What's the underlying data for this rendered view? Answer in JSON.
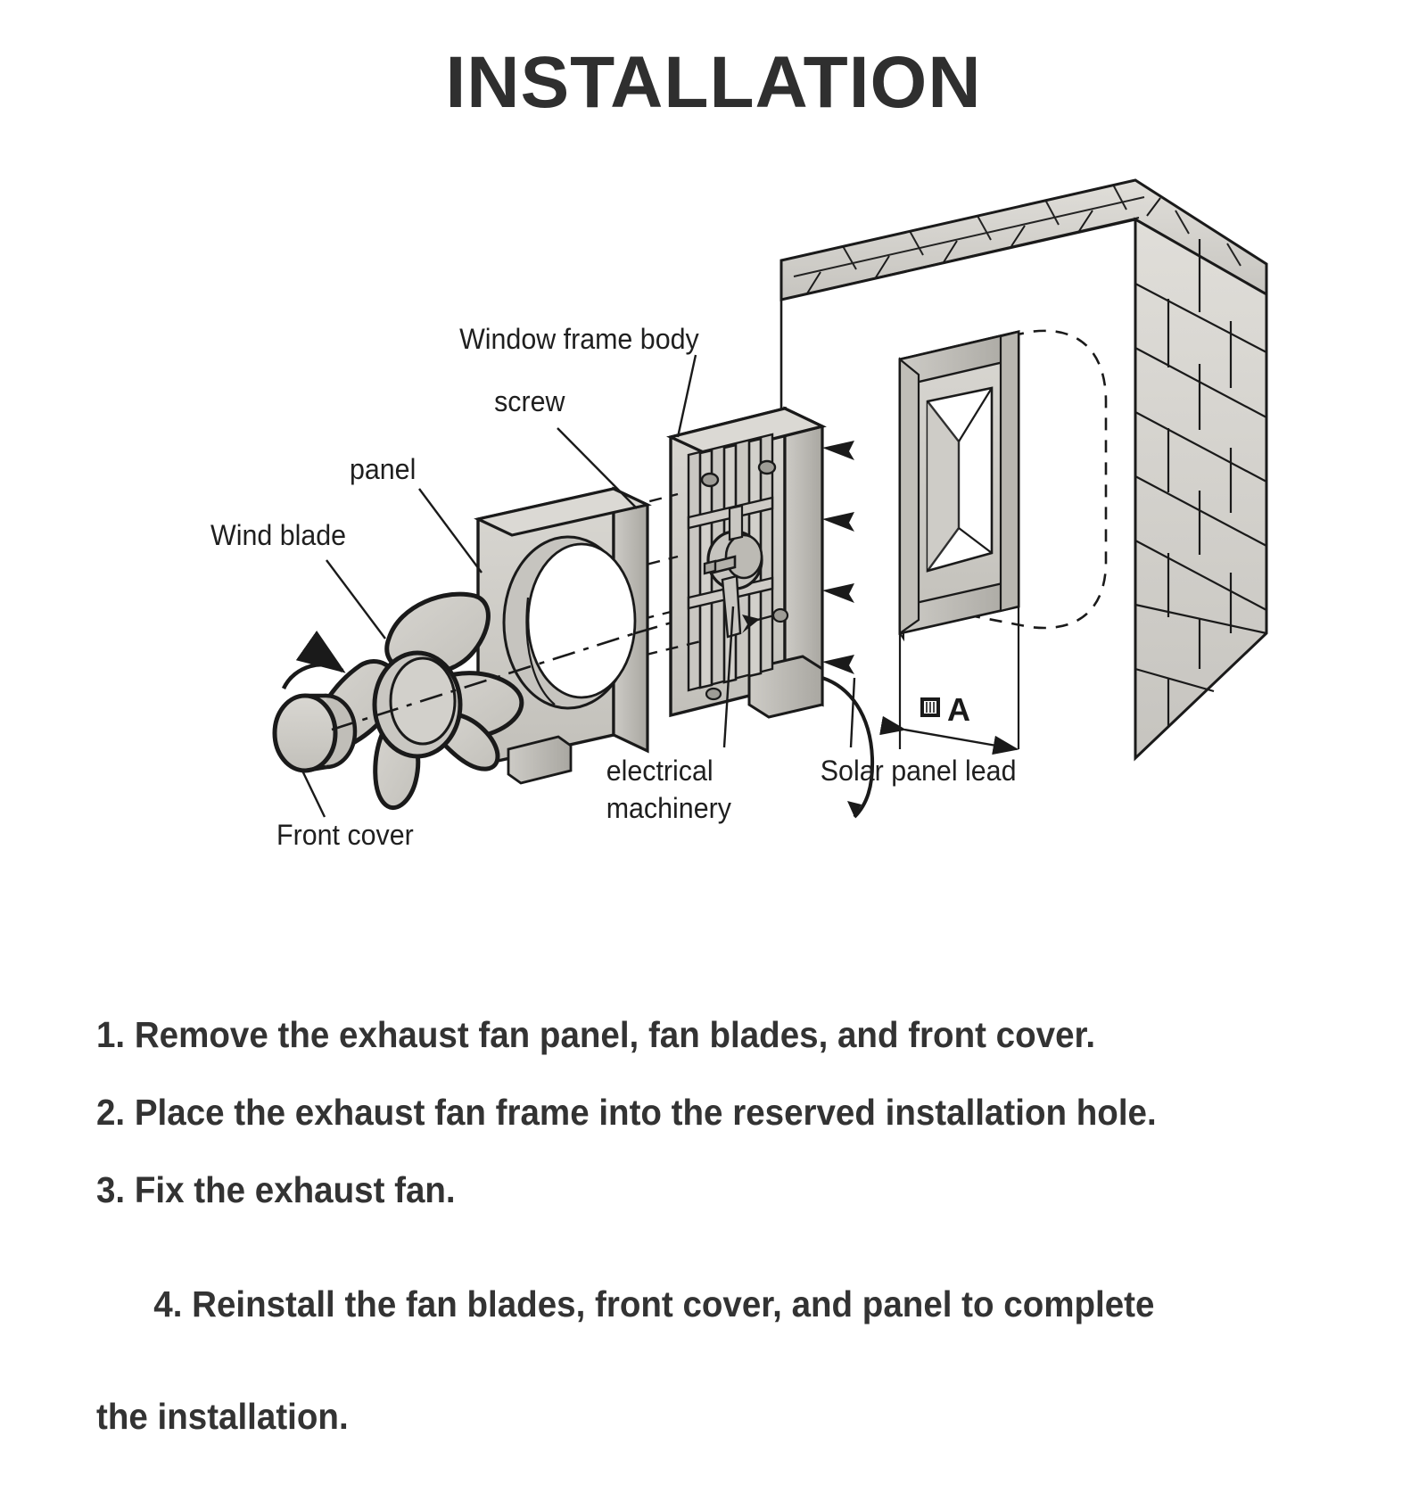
{
  "header": {
    "title": "INSTALLATION"
  },
  "diagram": {
    "type": "exploded-assembly",
    "labels": [
      {
        "id": "window-frame-body",
        "text": "Window frame body"
      },
      {
        "id": "screw",
        "text": "screw"
      },
      {
        "id": "panel",
        "text": "panel"
      },
      {
        "id": "wind-blade",
        "text": "Wind blade"
      },
      {
        "id": "front-cover",
        "text": "Front cover"
      },
      {
        "id": "electrical-machinery",
        "line1": "electrical",
        "line2": "machinery"
      },
      {
        "id": "solar-panel-lead",
        "text": "Solar panel lead"
      }
    ],
    "dimension": {
      "label": "A"
    },
    "colors": {
      "outline": "#1a1a1a",
      "part_fill": "#c9c7c2",
      "part_fill_light": "#d6d4cf",
      "part_fill_dark": "#b4b2ac",
      "brick_fill": "#d2d0cb",
      "background": "#ffffff"
    }
  },
  "instructions": {
    "steps": [
      "1. Remove the exhaust fan panel, fan blades, and front cover.",
      "2. Place the exhaust fan frame into the reserved installation hole.",
      "3. Fix the exhaust fan.",
      "4. Reinstall the fan blades, front cover, and panel to complete"
    ],
    "step4_continuation": "the installation."
  }
}
